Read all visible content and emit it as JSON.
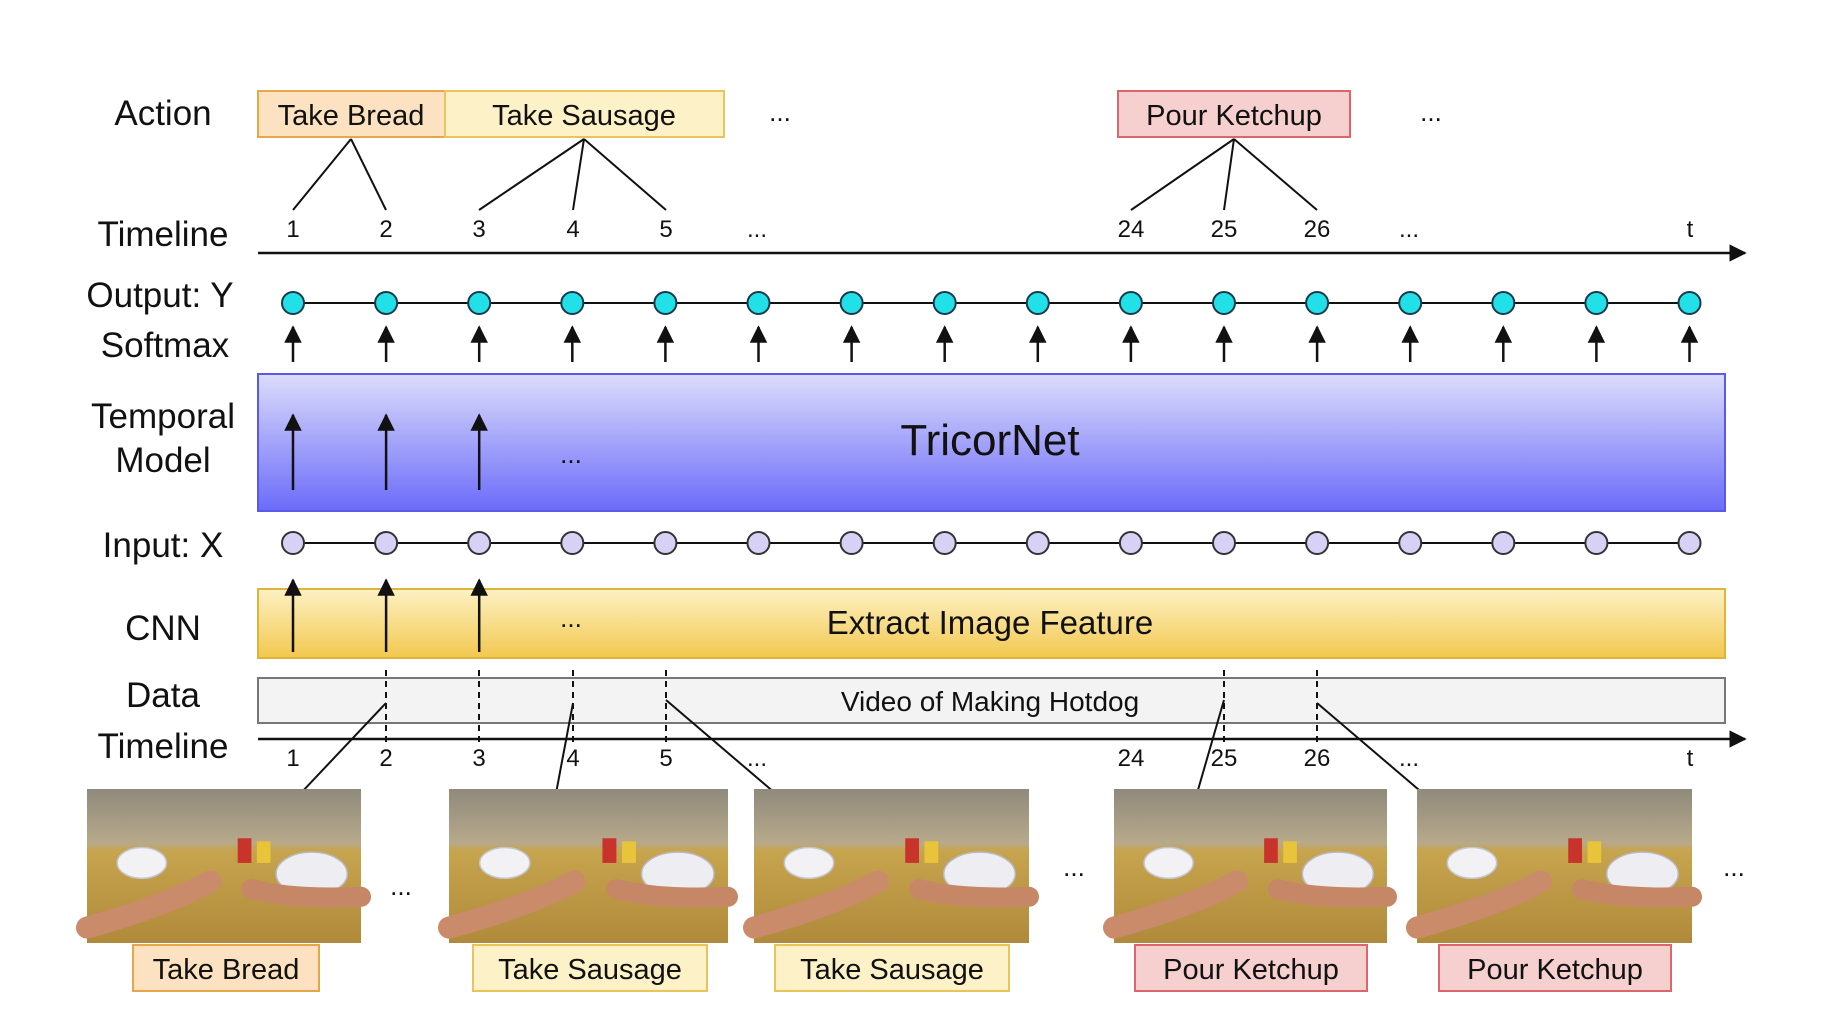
{
  "row_labels": {
    "action": "Action",
    "timeline_top": "Timeline",
    "output": "Output: Y",
    "softmax": "Softmax",
    "temporal_1": "Temporal",
    "temporal_2": "Model",
    "input": "Input: X",
    "cnn": "CNN",
    "data": "Data",
    "timeline_bottom": "Timeline"
  },
  "actions": [
    {
      "label": "Take Bread",
      "color": "#fce2c0",
      "border": "#e8a64a"
    },
    {
      "label": "Take Sausage",
      "color": "#fdf1c8",
      "border": "#e9c45a"
    },
    {
      "label": "Pour Ketchup",
      "color": "#f6cfcf",
      "border": "#d9676b"
    }
  ],
  "ellipsis": "...",
  "timeline_ticks": [
    "1",
    "2",
    "3",
    "4",
    "5",
    "...",
    "24",
    "25",
    "26",
    "...",
    "t"
  ],
  "temporal_model": {
    "label": "TricorNet",
    "color_top": "#dcdcfb",
    "color_bottom": "#6b6bfa"
  },
  "cnn_box": {
    "label": "Extract Image Feature",
    "color_top": "#fdf1c4",
    "color_bottom": "#f2c84e"
  },
  "video_box": {
    "label": "Video of Making Hotdog"
  },
  "output_node_color": "#22e0e8",
  "input_node_color": "#d7d2f5",
  "frames": [
    {
      "label": "Take Bread",
      "style": "bread"
    },
    {
      "label": "Take Sausage",
      "style": "sausage"
    },
    {
      "label": "Take Sausage",
      "style": "sausage"
    },
    {
      "label": "Pour Ketchup",
      "style": "ketchup"
    },
    {
      "label": "Pour Ketchup",
      "style": "ketchup"
    }
  ]
}
